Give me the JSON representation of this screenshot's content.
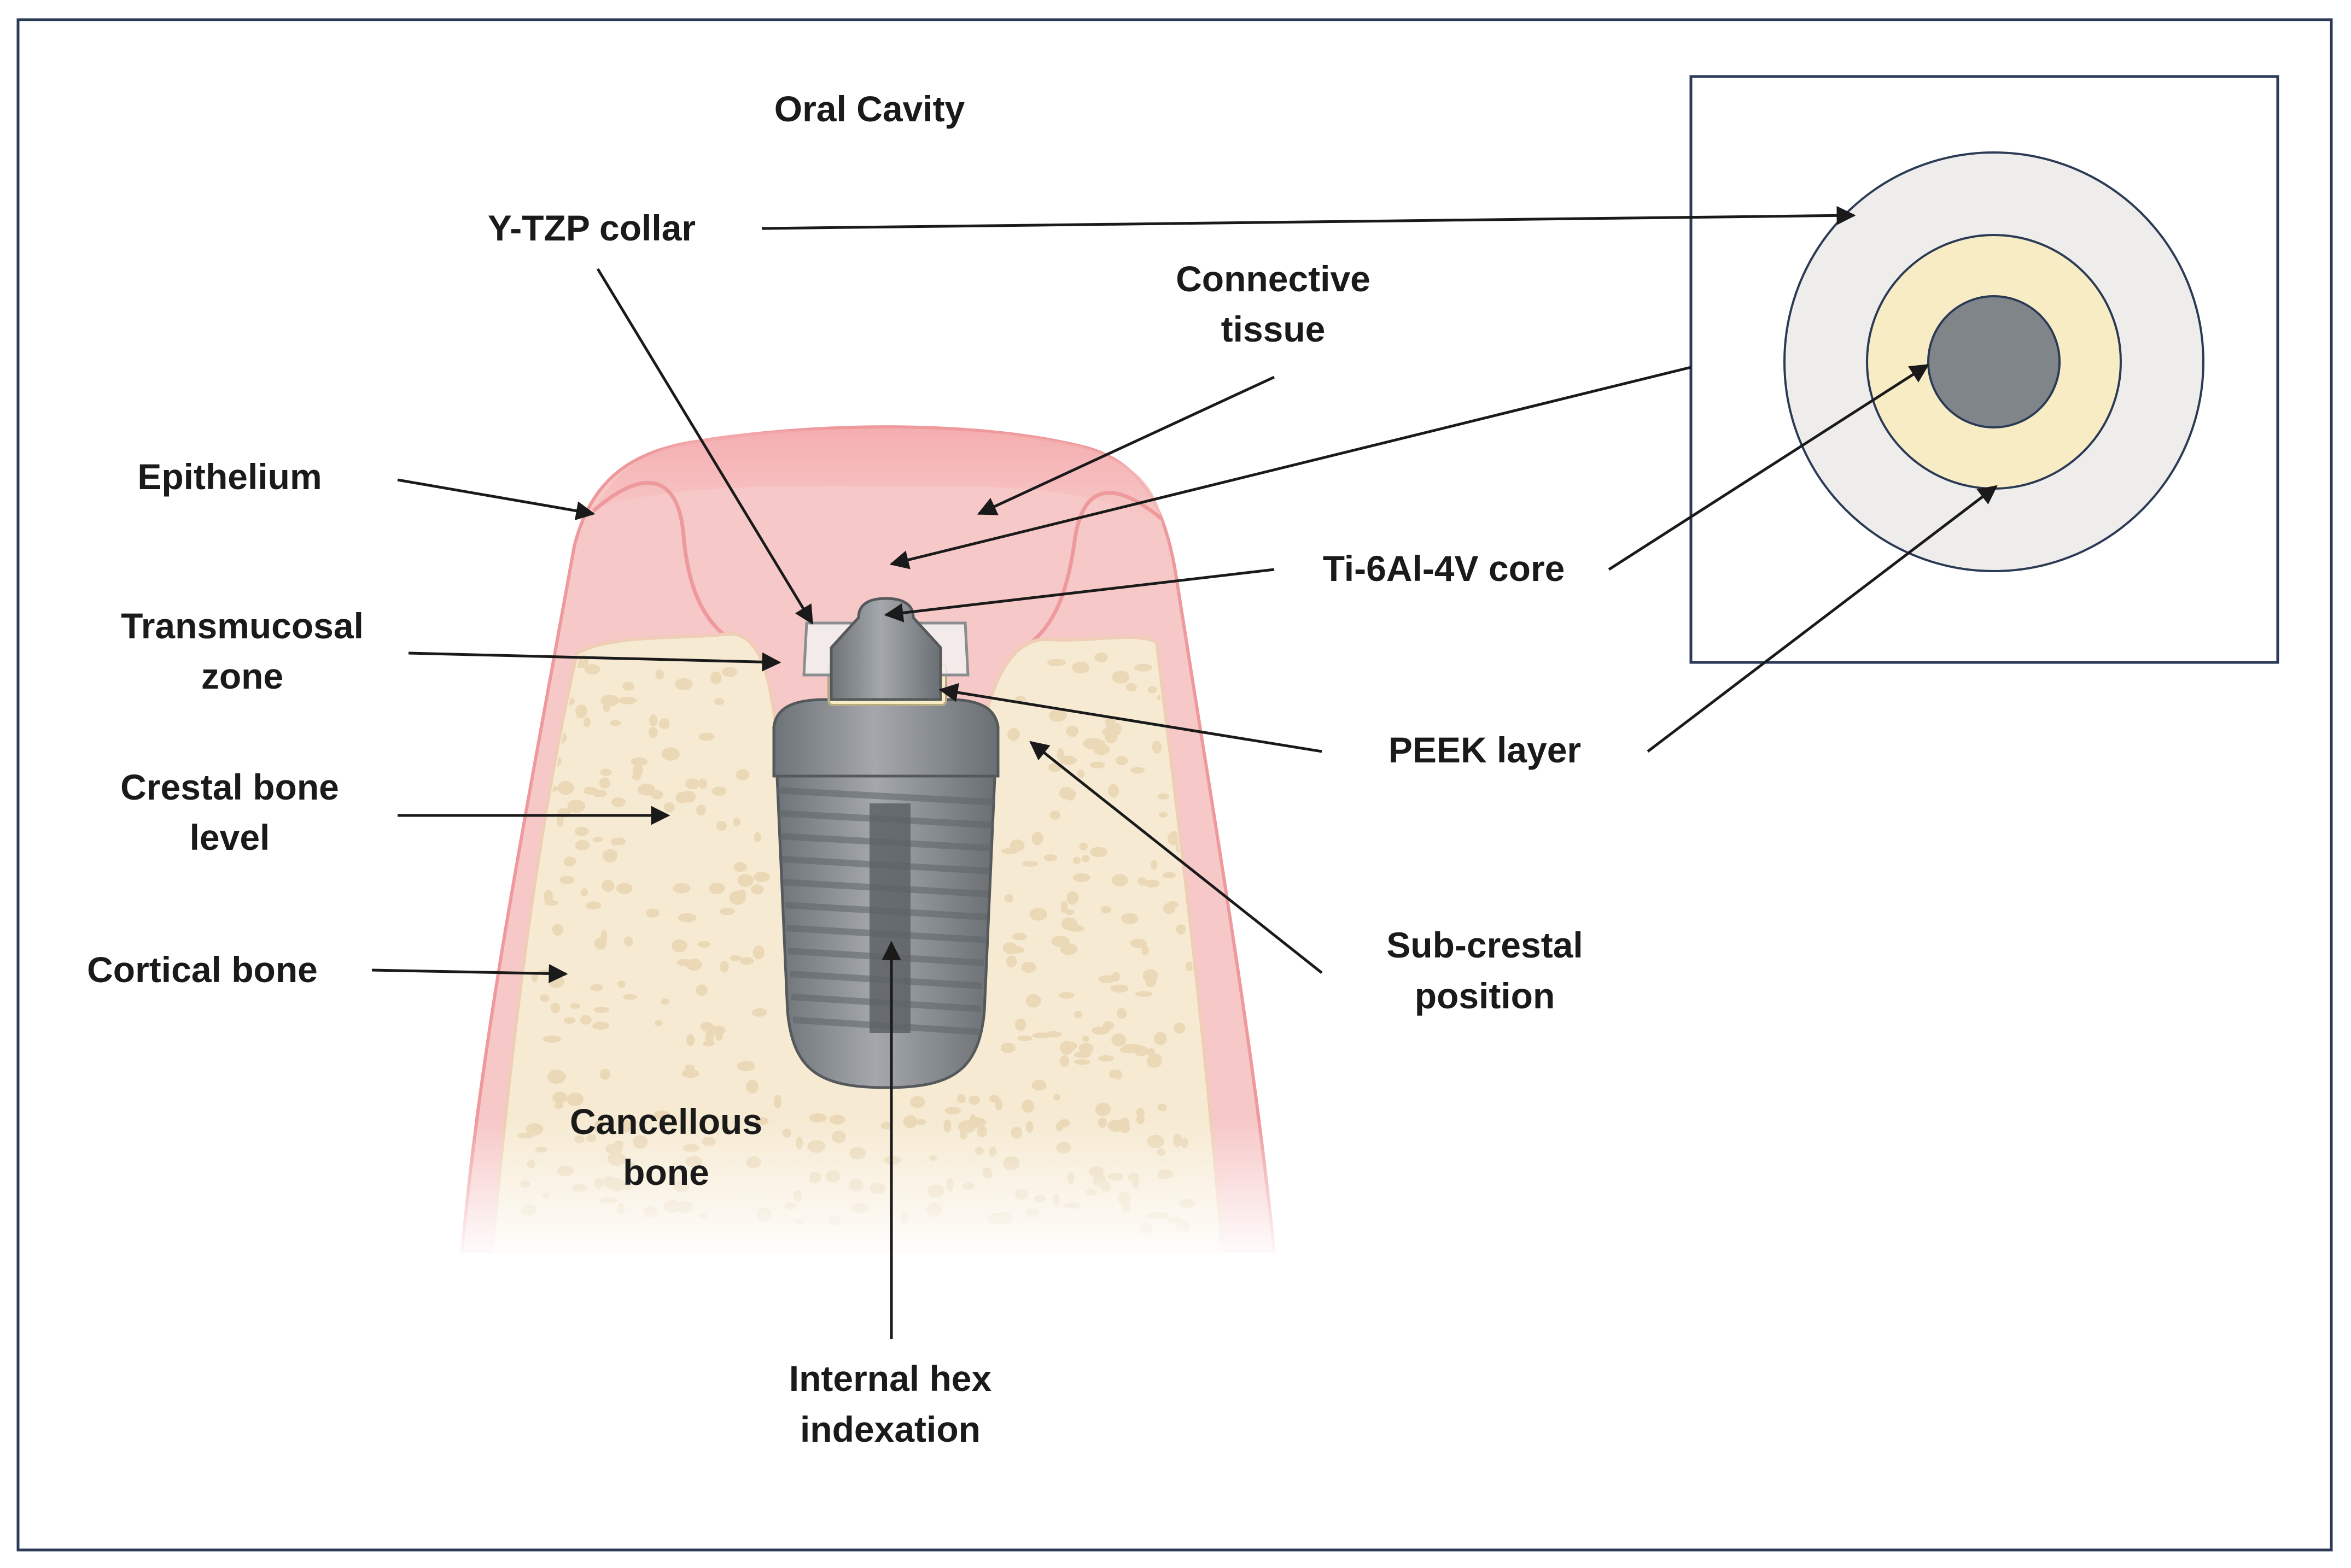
{
  "labels": {
    "oral_cavity": "Oral Cavity",
    "ytzp_collar": "Y-TZP collar",
    "connective_tissue": [
      "Connective",
      "tissue"
    ],
    "epithelium": "Epithelium",
    "transmucosal_zone": [
      "Transmucosal",
      "zone"
    ],
    "ti_core": "Ti-6Al-4V core",
    "peek_layer": "PEEK layer",
    "crestal_bone_level": [
      "Crestal bone",
      "level"
    ],
    "cortical_bone": "Cortical bone",
    "sub_crestal_position": [
      "Sub-crestal",
      "position"
    ],
    "cancellous_bone": [
      "Cancellous",
      "bone"
    ],
    "internal_hex_indexation": [
      "Internal hex",
      "indexation"
    ]
  },
  "colors": {
    "frame": "#2b3a55",
    "gingiva": "#f6c8c8",
    "gingiva_dark": "#ee9a9c",
    "bone": "#f5e8cf",
    "bone_pore": "#ead8b6",
    "ytzp": "#eeeae6",
    "peek": "#f8ecc4",
    "ti": "#7f8488",
    "ti_light": "#a9adb1",
    "arrow": "#1a1a1a"
  }
}
